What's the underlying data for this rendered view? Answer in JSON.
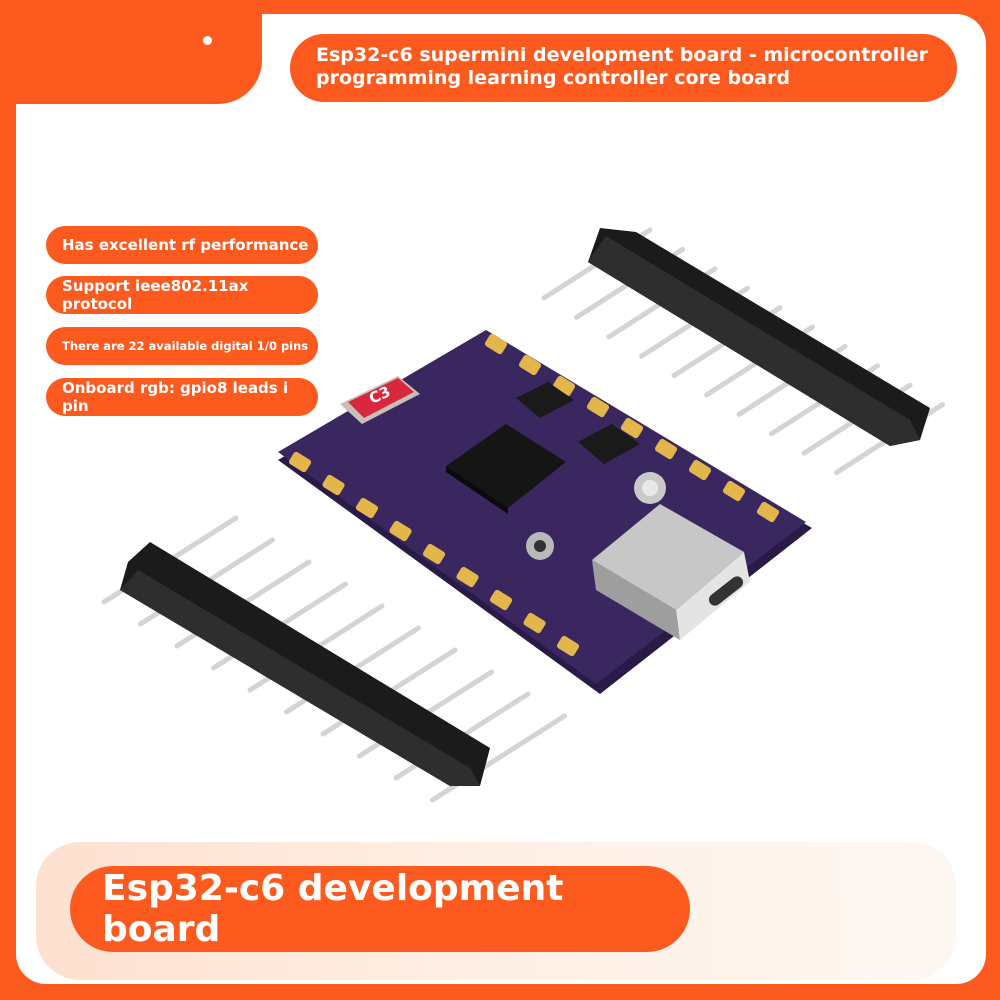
{
  "header": {
    "title_line1": "Esp32-c6 supermini development board - microcontroller",
    "title_line2": "programming learning controller core board"
  },
  "features": [
    "Has excellent rf performance",
    "Support ieee802.11ax protocol",
    "There are 22 available digital 1/0 pins",
    "Onboard rgb: gpio8 leads i pin"
  ],
  "board": {
    "chip_label": "C3"
  },
  "footer": {
    "label": "Esp32-c6 development board"
  },
  "colors": {
    "accent": "#fd5a1f",
    "pcb": "#3a2760",
    "pad_gold": "#e2b64a"
  }
}
